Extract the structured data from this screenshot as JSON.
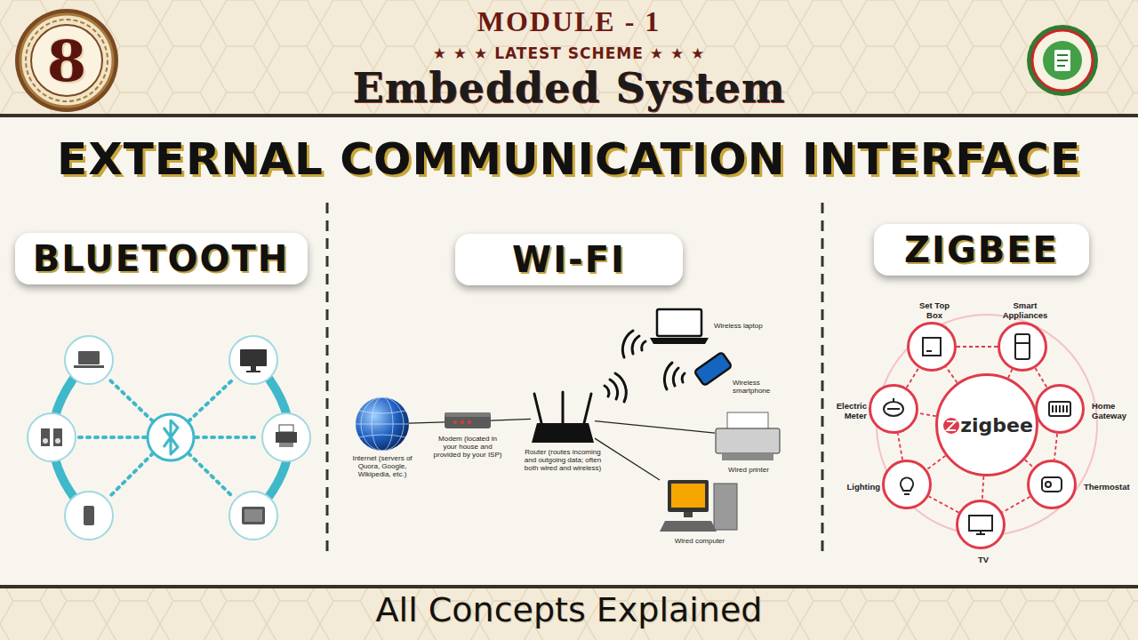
{
  "diagram": {
    "title": "EXTERNAL COMMUNICATION INTERFACE",
    "caption": "All Concepts Explained",
    "nodes": [
      {
        "text": [
          "8"
        ]
      },
      {
        "text": [
          "BLUETOOTH"
        ]
      },
      {
        "text": [
          "WI-FI"
        ]
      },
      {
        "text": [
          "ZIGBEE"
        ]
      },
      {
        "text": [
          "Internet (servers of Quora, Google, Wikipedia, etc.)"
        ]
      },
      {
        "text": [
          "Modem (located in your house and provided by your ISP)"
        ]
      },
      {
        "text": [
          "Router (routes incoming and outgoing data; often both wired and wireless)"
        ]
      },
      {
        "text": [
          "Wireless laptop"
        ]
      },
      {
        "text": [
          "Wireless smartphone"
        ]
      },
      {
        "text": [
          "Wired printer"
        ]
      },
      {
        "text": [
          "Wired computer"
        ]
      },
      {
        "text": [
          "zigbee"
        ]
      },
      {
        "text": [
          "Set Top Box"
        ]
      },
      {
        "text": [
          "Smart Appliances"
        ]
      },
      {
        "text": [
          "Home Gateway"
        ]
      },
      {
        "text": [
          "Thermostat"
        ]
      },
      {
        "text": [
          "TV"
        ]
      },
      {
        "text": [
          "Lighting"
        ]
      },
      {
        "text": [
          "Electric Meter"
        ]
      }
    ],
    "edges": [
      {
        "from": 4,
        "to": 5,
        "arrow": "none"
      },
      {
        "from": 5,
        "to": 6,
        "arrow": "none"
      },
      {
        "from": 6,
        "to": 9,
        "arrow": "none"
      },
      {
        "from": 6,
        "to": 10,
        "arrow": "none"
      },
      {
        "from": 11,
        "to": 12,
        "arrow": "none"
      },
      {
        "from": 11,
        "to": 13,
        "arrow": "none"
      },
      {
        "from": 11,
        "to": 14,
        "arrow": "none"
      },
      {
        "from": 11,
        "to": 15,
        "arrow": "none"
      },
      {
        "from": 11,
        "to": 16,
        "arrow": "none"
      },
      {
        "from": 11,
        "to": 17,
        "arrow": "none"
      },
      {
        "from": 11,
        "to": 18,
        "arrow": "none"
      },
      {
        "from": 12,
        "to": 13,
        "arrow": "none"
      },
      {
        "from": 13,
        "to": 14,
        "arrow": "none"
      },
      {
        "from": 14,
        "to": 15,
        "arrow": "none"
      },
      {
        "from": 15,
        "to": 16,
        "arrow": "none"
      },
      {
        "from": 16,
        "to": 17,
        "arrow": "none"
      },
      {
        "from": 17,
        "to": 18,
        "arrow": "none"
      },
      {
        "from": 18,
        "to": 12,
        "arrow": "none"
      }
    ],
    "labels": [
      "MODULE - 1",
      "★ ★ ★ LATEST SCHEME ★ ★ ★",
      "Embedded System"
    ]
  }
}
